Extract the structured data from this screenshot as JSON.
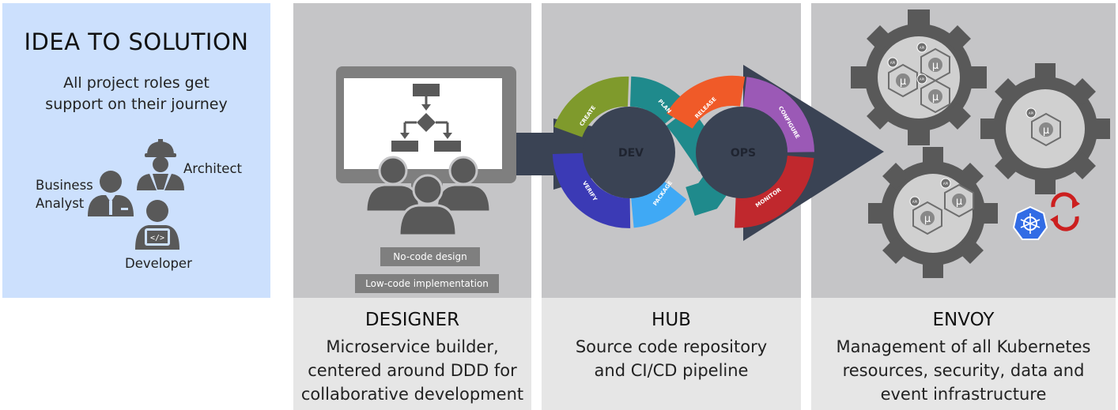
{
  "idea": {
    "title": "IDEA TO SOLUTION",
    "subtitle_line1": "All project roles get",
    "subtitle_line2": "support on their journey",
    "roles": {
      "architect": "Architect",
      "business_analyst_line1": "Business",
      "business_analyst_line2": "Analyst",
      "developer": "Developer"
    },
    "colors": {
      "background": "#cce0fd",
      "icon": "#595959"
    }
  },
  "designer": {
    "title": "DESIGNER",
    "desc_line1": "Microservice builder,",
    "desc_line2": "centered around DDD for",
    "desc_line3": "collaborative development",
    "tags": [
      "No-code design",
      "Low-code implementation"
    ],
    "icons": [
      "monitor-icon",
      "flowchart-icon",
      "team-icon"
    ]
  },
  "hub": {
    "title": "HUB",
    "desc_line1": "Source code repository",
    "desc_line2": "and CI/CD pipeline",
    "loop": {
      "left_center": "DEV",
      "right_center": "OPS",
      "segments": [
        {
          "label": "CREATE",
          "color": "#7f9a2c"
        },
        {
          "label": "PLAN",
          "color": "#1f8a8c"
        },
        {
          "label": "RELEASE",
          "color": "#f05a28"
        },
        {
          "label": "CONFIGURE",
          "color": "#9b59b6"
        },
        {
          "label": "MONITOR",
          "color": "#c0282d"
        },
        {
          "label": "PACKAGE",
          "color": "#3fa9f5"
        },
        {
          "label": "VERIFY",
          "color": "#3b3ab5"
        }
      ]
    }
  },
  "envoy": {
    "title": "ENVOY",
    "desc_line1": "Management of all Kubernetes",
    "desc_line2": "resources, security, data and",
    "desc_line3": "event infrastructure",
    "hex_glyph": "μ",
    "api_label": "API",
    "icons": [
      "gear-icon",
      "kubernetes-icon",
      "openshift-icon"
    ]
  },
  "colors": {
    "panel_top": "#c5c5c7",
    "panel_bottom": "#e6e6e6",
    "arrow": "#3a4354",
    "gear": "#595959"
  }
}
